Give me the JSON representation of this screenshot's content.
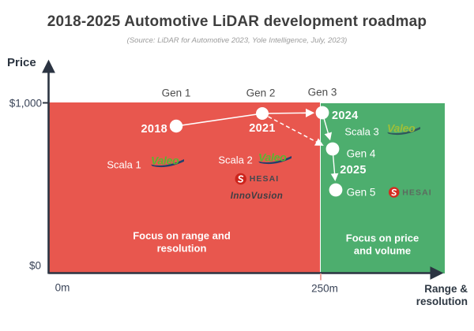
{
  "title": "2018-2025 Automotive LiDAR development roadmap",
  "subtitle": "(Source: LiDAR for Automotive 2023, Yole Intelligence, July, 2023)",
  "colors": {
    "red_region": "#E8574E",
    "green_region": "#4DAE6E",
    "valeo_green": "#5BB531",
    "hesai_red": "#CC241C",
    "axis": "#2B3442",
    "tick_250m": "#F0A29C"
  },
  "y_axis": {
    "label": "Price",
    "tick_top": "$1,000",
    "tick_bottom": "$0"
  },
  "x_axis": {
    "label_line1": "Range &",
    "label_line2": "resolution",
    "tick_left": "0m",
    "tick_right": "250m"
  },
  "red_region": {
    "focus_line1": "Focus on range and",
    "focus_line2": "resolution"
  },
  "green_region": {
    "focus_line1": "Focus on price",
    "focus_line2": "and volume"
  },
  "gen_labels": {
    "gen1": "Gen 1",
    "gen2": "Gen 2",
    "gen3": "Gen 3",
    "gen4": "Gen 4",
    "gen5": "Gen 5"
  },
  "year_labels": {
    "y2018": "2018",
    "y2021": "2021",
    "y2024": "2024",
    "y2025": "2025"
  },
  "scala_labels": {
    "scala1": "Scala 1",
    "scala2": "Scala 2",
    "scala3": "Scala 3"
  },
  "logos": {
    "valeo": "Valeo",
    "hesai": "HESAI",
    "innovusion": "InnoVusion"
  },
  "chart_data": {
    "type": "scatter",
    "title": "2018-2025 Automotive LiDAR development roadmap",
    "source": "LiDAR for Automotive 2023, Yole Intelligence, July, 2023",
    "xlabel": "Range & resolution",
    "ylabel": "Price",
    "x_ticks": [
      "0m",
      "250m"
    ],
    "y_ticks": [
      "$0",
      "$1,000"
    ],
    "xlim_m": [
      0,
      360
    ],
    "ylim_usd": [
      0,
      1100
    ],
    "grid": false,
    "legend": false,
    "points": [
      {
        "label": "Gen 1",
        "year": "2018",
        "range_m": 115,
        "price_usd": 860
      },
      {
        "label": "Gen 2",
        "year": "2021",
        "range_m": 195,
        "price_usd": 935
      },
      {
        "label": "Gen 3",
        "year": "2024",
        "range_m": 250,
        "price_usd": 940
      },
      {
        "label": "Gen 4",
        "year": null,
        "range_m": 260,
        "price_usd": 730
      },
      {
        "label": "Gen 5",
        "year": "2025",
        "range_m": 265,
        "price_usd": 490
      }
    ],
    "connections": [
      {
        "from": "Gen 1",
        "to": "Gen 2",
        "style": "solid"
      },
      {
        "from": "Gen 2",
        "to": "Gen 3",
        "style": "solid-arrow"
      },
      {
        "from": "Gen 2",
        "to": "Gen 4",
        "style": "dashed-arrow"
      },
      {
        "from": "Gen 3",
        "to": "Gen 4",
        "style": "solid-arrow"
      },
      {
        "from": "Gen 4",
        "to": "Gen 5",
        "style": "solid-arrow"
      }
    ],
    "regions": [
      {
        "label": "Focus on range and resolution",
        "x_range_m": [
          0,
          250
        ],
        "color": "#E8574E",
        "annotations": [
          "Scala 1 — Valeo",
          "Scala 2 — Valeo",
          "HESAI",
          "InnoVusion"
        ]
      },
      {
        "label": "Focus on price and volume",
        "x_range_m": [
          250,
          360
        ],
        "color": "#4DAE6E",
        "annotations": [
          "Scala 3 — Valeo",
          "Gen 5 — HESAI"
        ]
      }
    ]
  }
}
